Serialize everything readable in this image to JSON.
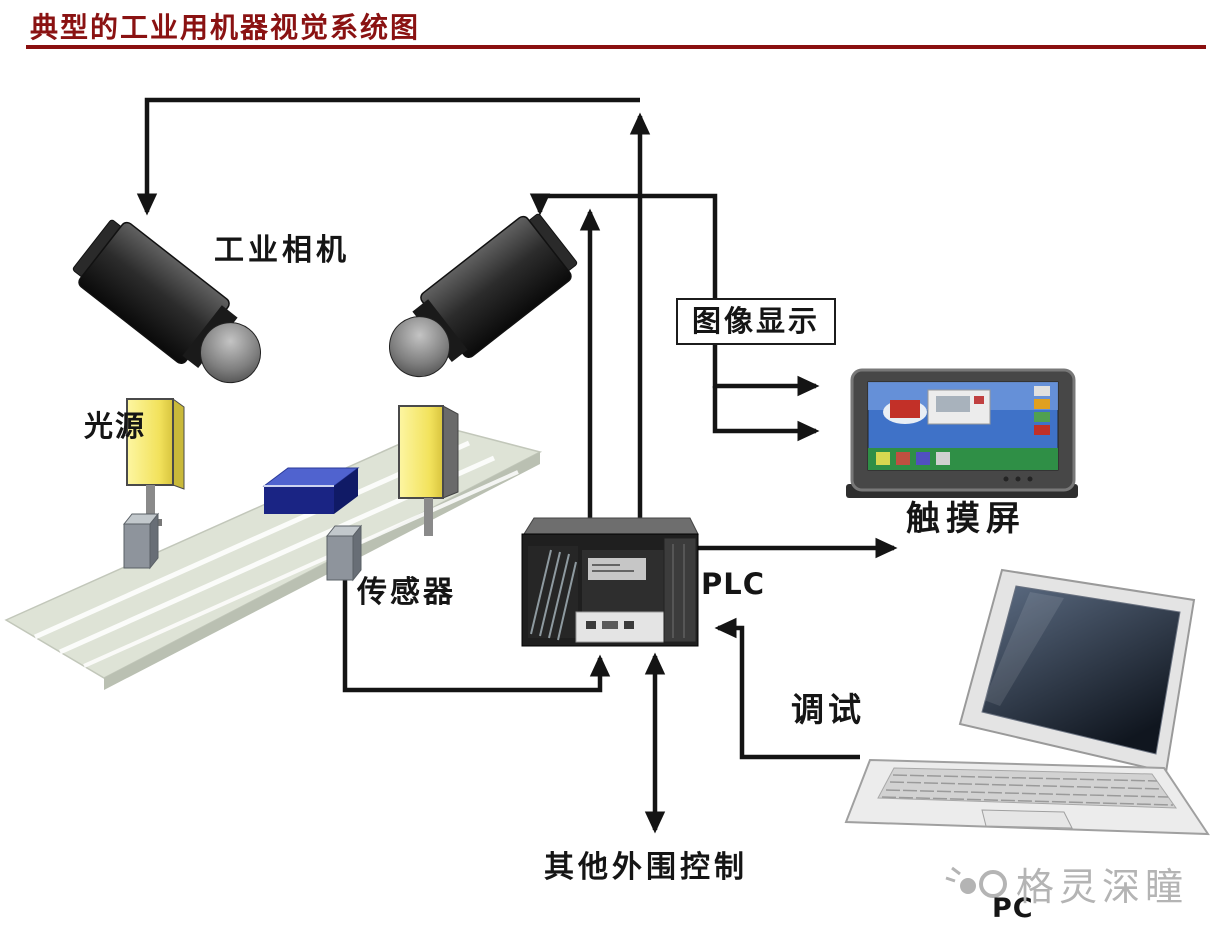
{
  "page": {
    "title": "典型的工业用机器视觉系统图",
    "accent_color": "#8a1212",
    "background": "#ffffff"
  },
  "labels": {
    "industrial_camera": "工业相机",
    "light_source": "光源",
    "sensor": "传感器",
    "plc": "PLC",
    "image_display": "图像显示",
    "touch_screen": "触摸屏",
    "debug": "调试",
    "other_peripheral_control": "其他外围控制",
    "pc": "PC"
  },
  "watermark": {
    "text": "格灵深瞳"
  },
  "colors": {
    "arrow_line": "#141414",
    "light_source_fill": "#f2e25c",
    "conveyor_fill": "#dee3d6",
    "product_box_top": "#5063cf",
    "product_box_front": "#1a2484",
    "plc_body": "#1f1f1f",
    "monitor_frame": "#474747",
    "monitor_screen": "#3f72c8",
    "watermark_gray": "#b4b4b4"
  }
}
